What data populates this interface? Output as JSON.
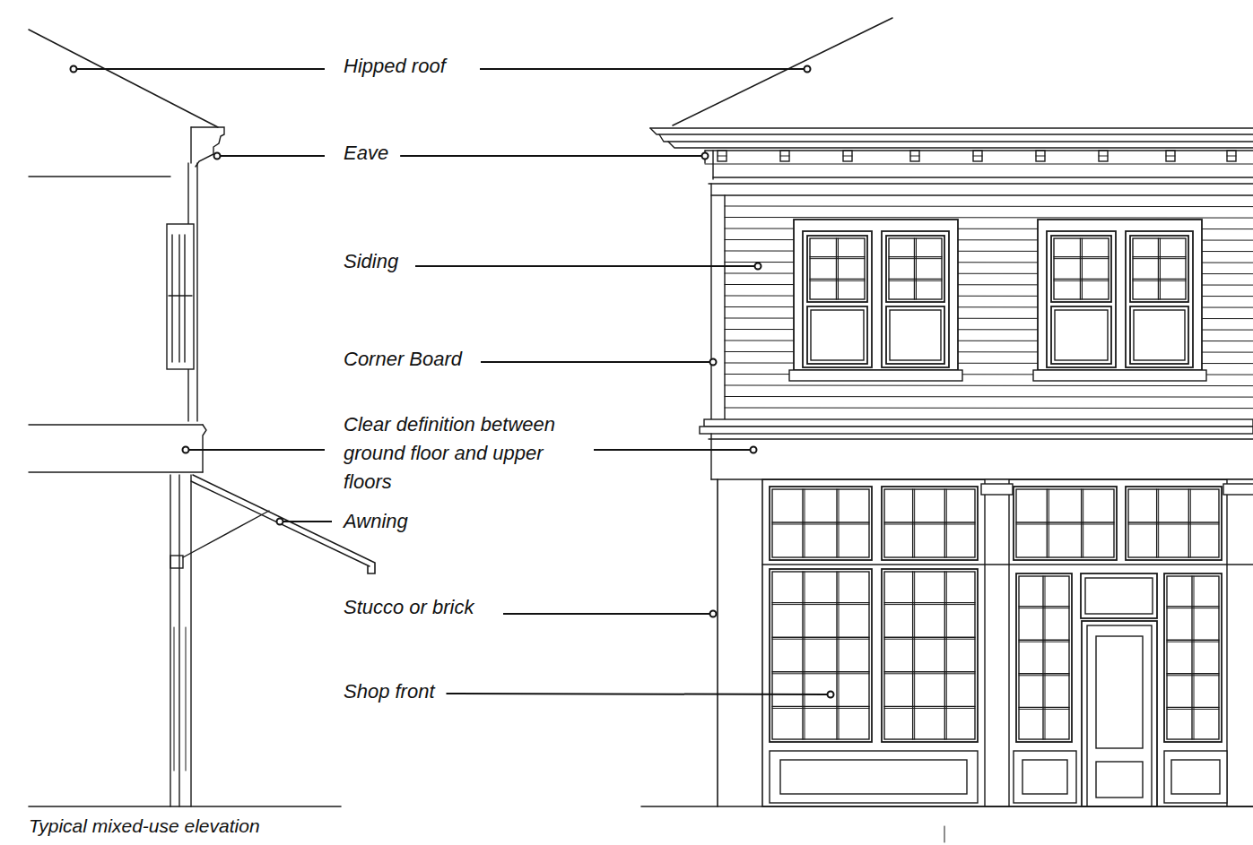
{
  "diagram": {
    "caption": "Typical mixed-use elevation",
    "labels": [
      "Hipped roof",
      "Eave",
      "Siding",
      "Corner Board",
      "Clear definition between ground floor and upper floors",
      "Awning",
      "Stucco or brick",
      "Shop front"
    ]
  }
}
